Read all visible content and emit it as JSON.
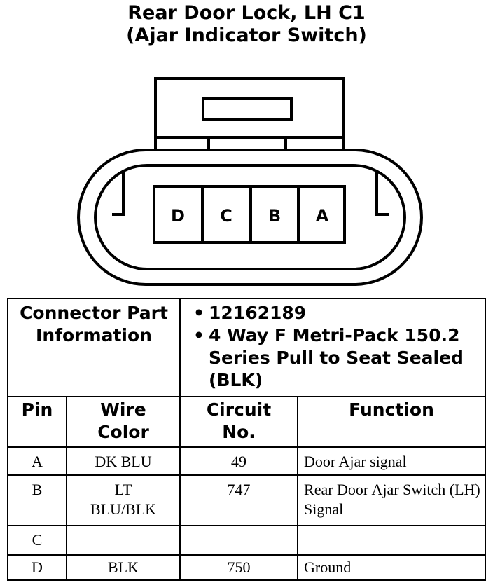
{
  "title": {
    "line1": "Rear Door Lock, LH C1",
    "line2": "(Ajar Indicator Switch)"
  },
  "connector": {
    "pins": [
      "D",
      "C",
      "B",
      "A"
    ]
  },
  "part_info": {
    "label": "Connector Part Information",
    "items": [
      "12162189",
      "4 Way F Metri-Pack 150.2 Series Pull to Seat Sealed (BLK)"
    ]
  },
  "table": {
    "headers": {
      "pin": "Pin",
      "wire_color": "Wire Color",
      "circuit": "Circuit No.",
      "function": "Function"
    },
    "rows": [
      {
        "pin": "A",
        "wire": "DK BLU",
        "circuit": "49",
        "function": "Door Ajar signal"
      },
      {
        "pin": "B",
        "wire": "LT BLU/BLK",
        "circuit": "747",
        "function": "Rear Door Ajar Switch (LH) Signal"
      },
      {
        "pin": "C",
        "wire": "",
        "circuit": "",
        "function": ""
      },
      {
        "pin": "D",
        "wire": "BLK",
        "circuit": "750",
        "function": "Ground"
      }
    ]
  }
}
